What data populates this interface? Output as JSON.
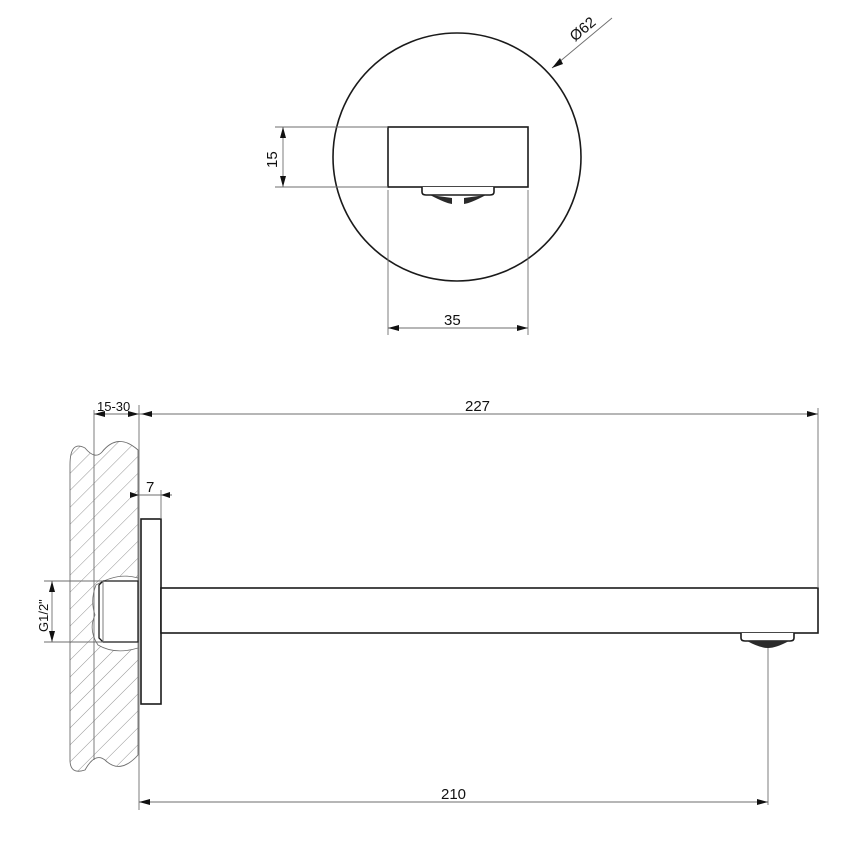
{
  "drawing": {
    "type": "technical-drawing",
    "subject": "wall-mounted square bath spout",
    "views": [
      {
        "name": "front-view",
        "description": "end view of spout inside escutcheon circle"
      },
      {
        "name": "side-view",
        "description": "side elevation with wall section"
      }
    ]
  },
  "dimensions": {
    "escutcheon_diameter": "Ø62",
    "spout_height": "15",
    "spout_width": "35",
    "wall_depth_range": "15-30",
    "overall_projection": "227",
    "flange_thickness": "7",
    "thread_size": "G1/2\"",
    "outlet_projection": "210"
  },
  "colors": {
    "line": "#1a1a1a",
    "dimension_line": "#6e6e6e",
    "background": "#ffffff"
  }
}
